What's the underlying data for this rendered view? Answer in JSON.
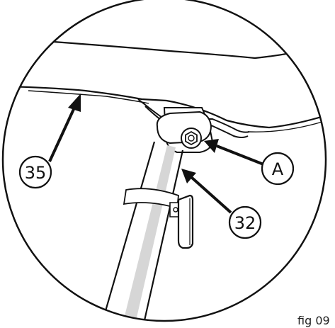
{
  "figure_label": "fig 09",
  "callouts": {
    "seat": "35",
    "seat_post": "32",
    "bolt": "A"
  },
  "colors": {
    "line": "#111111",
    "background": "#ffffff",
    "highlight": "#d6d6d6"
  }
}
